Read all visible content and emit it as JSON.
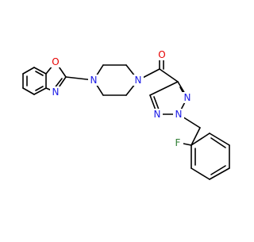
{
  "molecule": {
    "colors": {
      "bond": "#000000",
      "N": "#1a1ae6",
      "O": "#e60000",
      "F": "#2e7d32",
      "background": "#ffffff"
    },
    "atoms": {
      "benzoxazole_O": "O",
      "benzoxazole_N": "N",
      "piperazine_N1": "N",
      "piperazine_N4": "N",
      "carbonyl_O": "O",
      "triazole_N1": "N",
      "triazole_N2": "N",
      "triazole_N3": "N",
      "fluorine": "F"
    }
  }
}
